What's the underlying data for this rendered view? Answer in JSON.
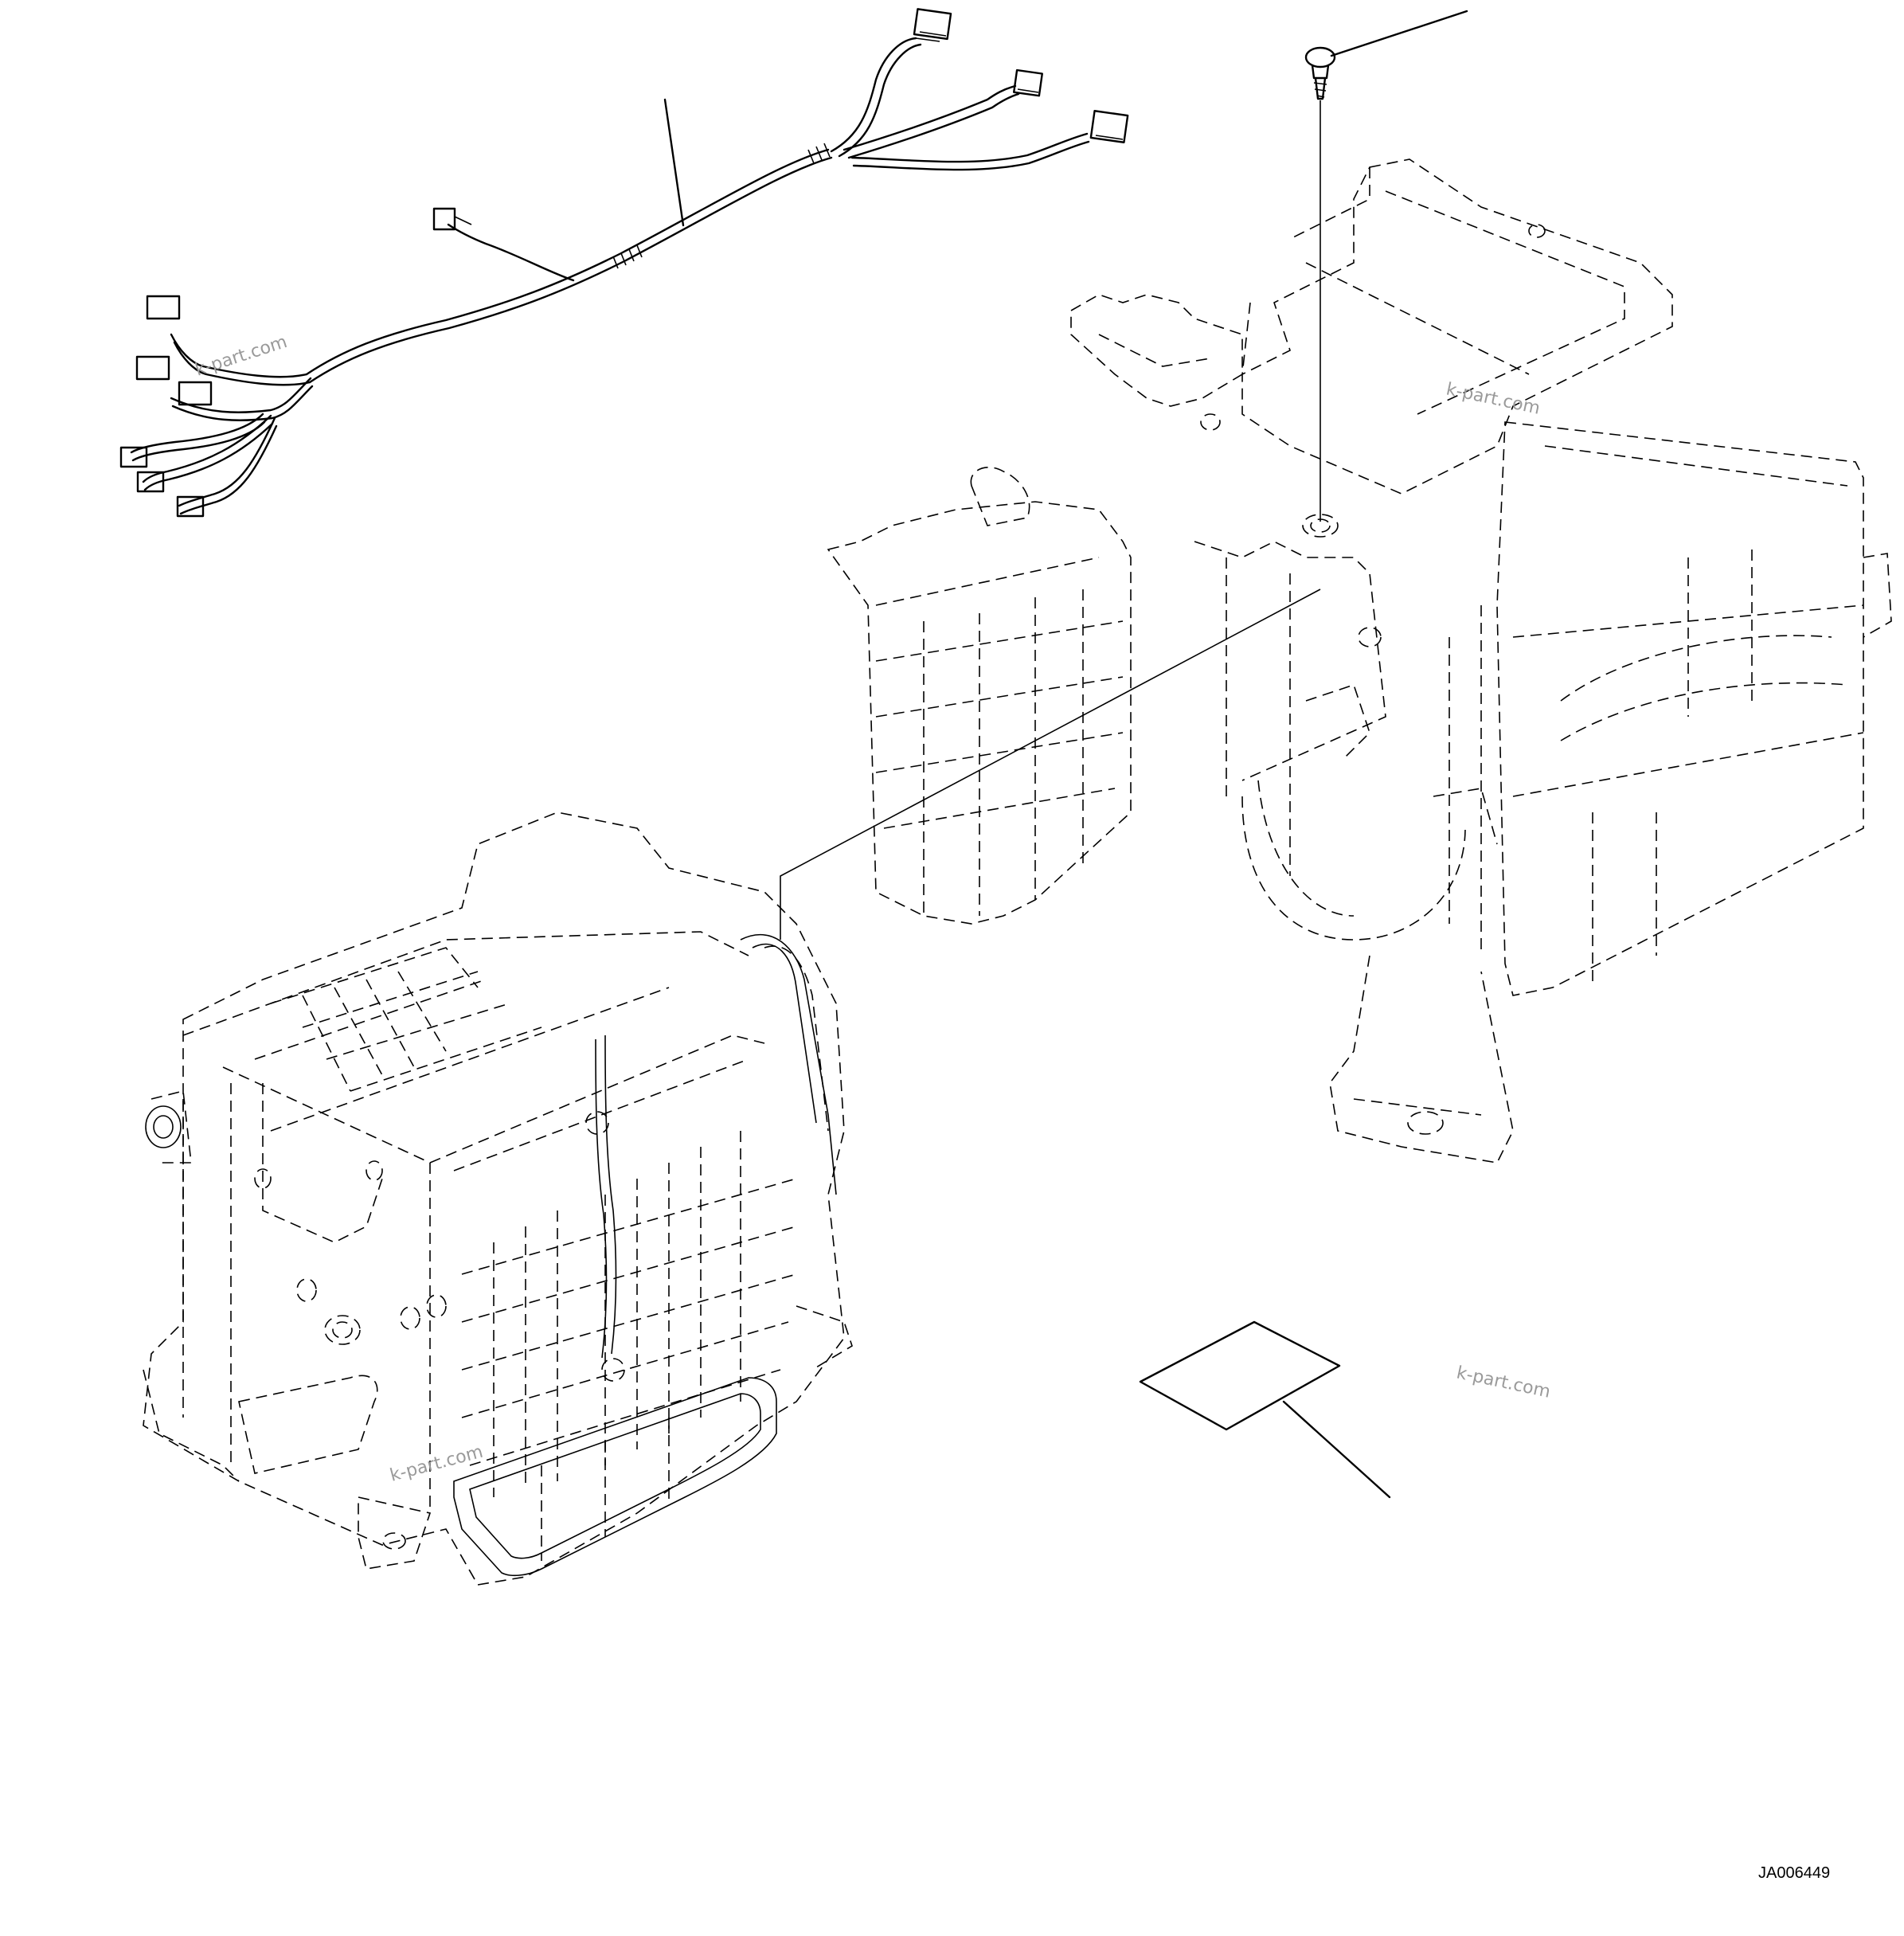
{
  "drawing": {
    "document_id": "JA006449",
    "watermarks": [
      "k-part.com",
      "k-part.com",
      "k-part.com",
      "k-part.com"
    ],
    "parts": [
      "wiring-harness",
      "screw-fastener",
      "hvac-unit-rear",
      "hvac-unit-front",
      "label-sheet"
    ]
  }
}
